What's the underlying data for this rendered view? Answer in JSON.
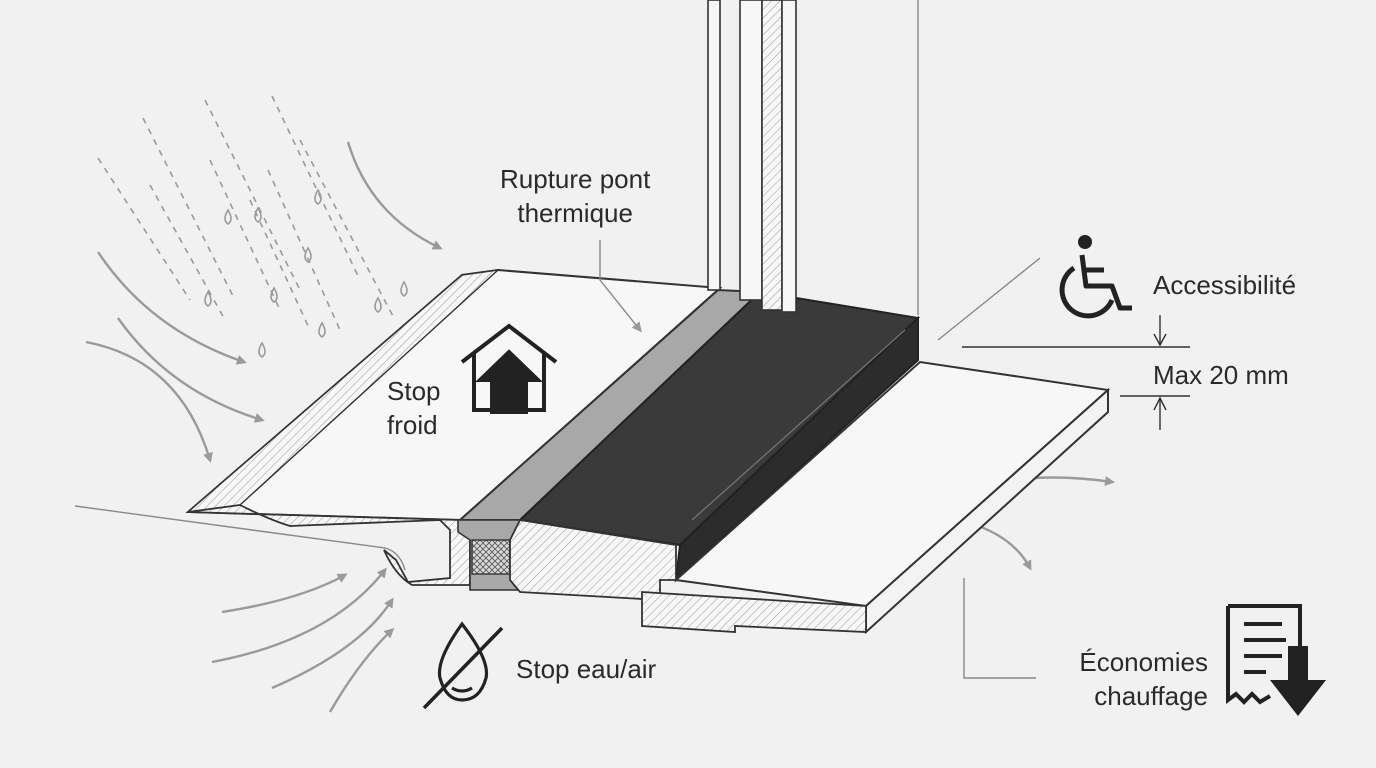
{
  "labels": {
    "thermal_break": [
      "Rupture pont",
      "thermique"
    ],
    "cold_stop": [
      "Stop",
      "froid"
    ],
    "water_air_stop": "Stop eau/air",
    "accessibility": "Accessibilité",
    "max_height": "Max 20 mm",
    "heating_savings": [
      "Économies",
      "chauffage"
    ]
  },
  "icons": {
    "cold_stop": "house-arrow-up-icon",
    "water_air_stop": "no-water-drop-icon",
    "accessibility": "wheelchair-icon",
    "heating_savings": "invoice-arrow-down-icon"
  },
  "colors": {
    "background": "#f1f1f1",
    "line": "#333333",
    "arrow": "#9a9a9a",
    "seal_dark": "#3a3a3a",
    "thermal_break_grey": "#a8a8a8"
  }
}
